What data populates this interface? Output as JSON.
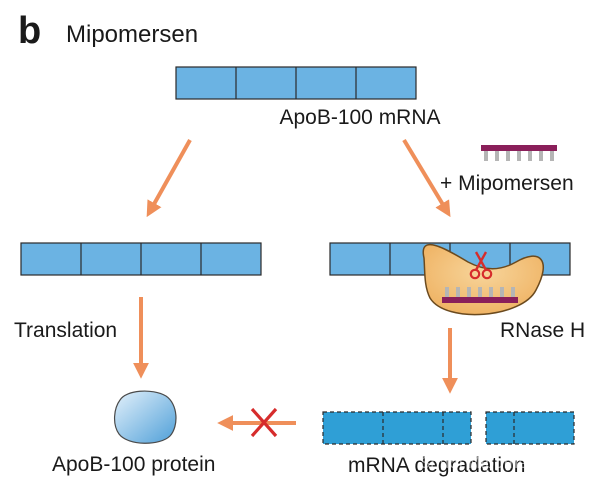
{
  "panel": {
    "letter": "b",
    "title": "Mipomersen"
  },
  "labels": {
    "mrna_top": "ApoB-100 mRNA",
    "plus_drug": "+ Mipomersen",
    "translation": "Translation",
    "rnase": "RNase H",
    "protein": "ApoB-100 protein",
    "degradation": "mRNA degradation"
  },
  "watermark": "Shudi Mipomersen药药",
  "colors": {
    "mrna_fill": "#6bb3e3",
    "mrna_stroke": "#2a2a2a",
    "degraded_fill": "#2f9fd6",
    "arrow": "#ef8f5a",
    "cross": "#d62c2c",
    "oligo": "#8a1f5a",
    "oligo_teeth": "#b5b5b5",
    "enzyme": "#f2bd72",
    "protein_light": "#e4f1fb",
    "protein_dark": "#4e9fd8"
  },
  "icons": {
    "block": "x-cross-icon",
    "cut": "scissors-icon"
  }
}
